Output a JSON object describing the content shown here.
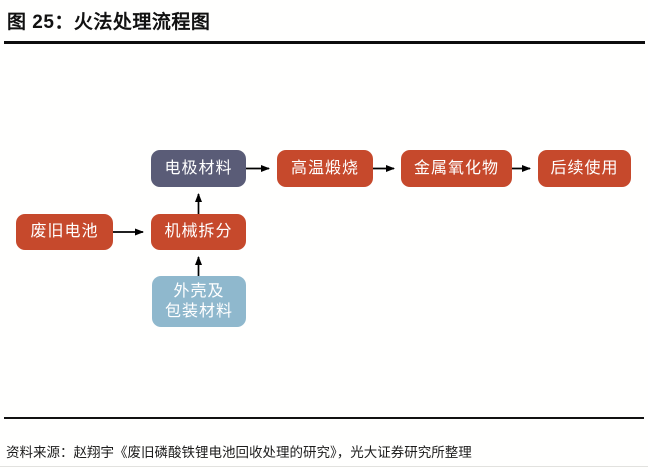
{
  "page": {
    "title": "图 25：火法处理流程图",
    "source_note": "资料来源：赵翔宇《废旧磷酸铁锂电池回收处理的研究》，光大证券研究所整理"
  },
  "colors": {
    "node_red": "#c6492c",
    "node_purple": "#5a5c77",
    "node_blue": "#8fb8cd",
    "arrow": "#000000",
    "rule": "#111111"
  },
  "flowchart": {
    "nodes": [
      {
        "id": "waste-battery",
        "label": "废旧电池"
      },
      {
        "id": "mechanical-split",
        "label": "机械拆分"
      },
      {
        "id": "shell-packaging",
        "label": "外壳及\n包装材料"
      },
      {
        "id": "electrode-material",
        "label": "电极材料"
      },
      {
        "id": "high-temp-calcination",
        "label": "高温煅烧"
      },
      {
        "id": "metal-oxide",
        "label": "金属氧化物"
      },
      {
        "id": "follow-up-use",
        "label": "后续使用"
      }
    ],
    "edges": [
      {
        "from": "waste-battery",
        "to": "mechanical-split",
        "direction": "right"
      },
      {
        "from": "mechanical-split",
        "to": "electrode-material",
        "direction": "up"
      },
      {
        "from": "shell-packaging",
        "to": "mechanical-split",
        "direction": "up"
      },
      {
        "from": "electrode-material",
        "to": "high-temp-calcination",
        "direction": "right"
      },
      {
        "from": "high-temp-calcination",
        "to": "metal-oxide",
        "direction": "right"
      },
      {
        "from": "metal-oxide",
        "to": "follow-up-use",
        "direction": "right"
      }
    ]
  }
}
